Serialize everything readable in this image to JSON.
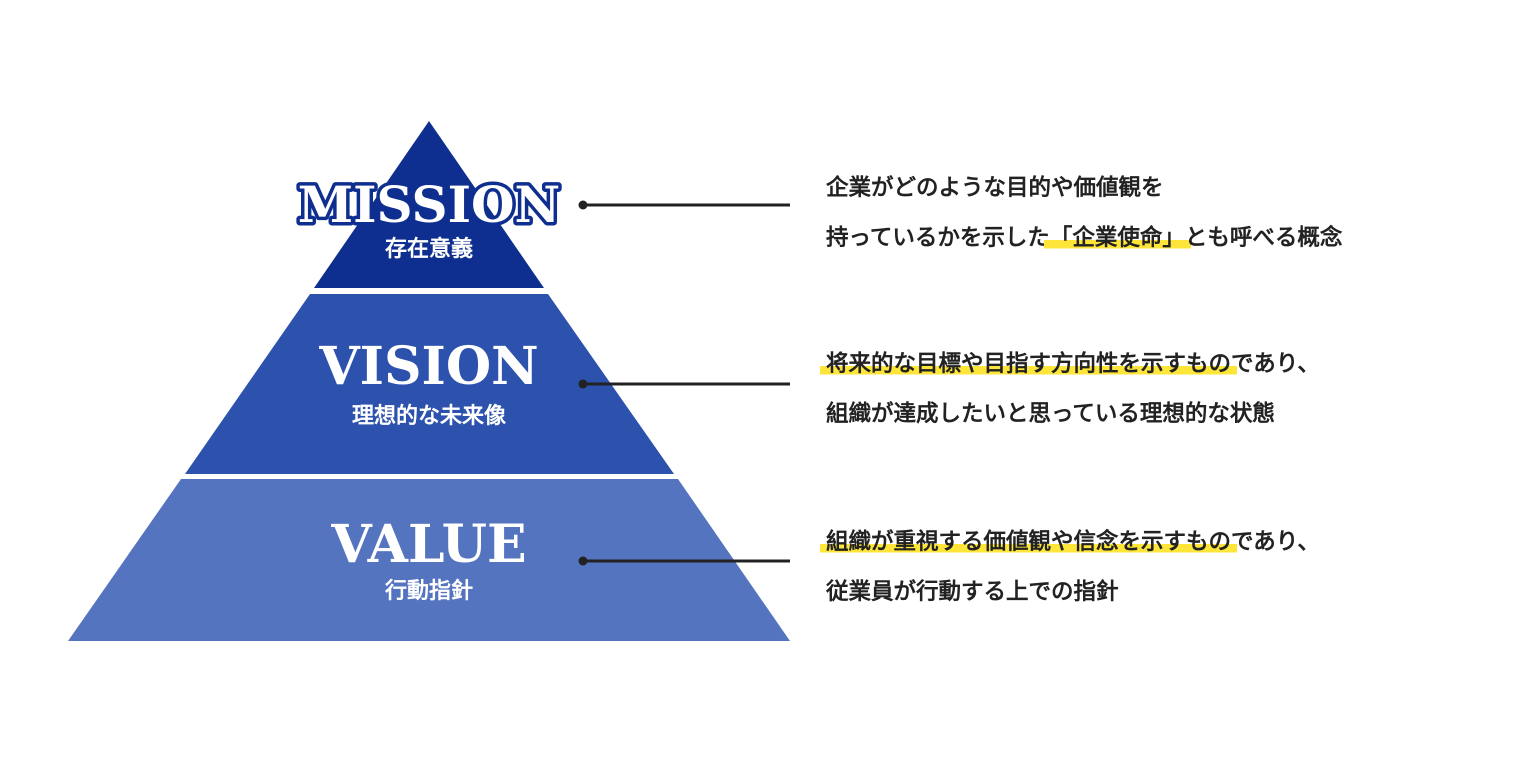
{
  "tiers": [
    {
      "key": "mission",
      "title": "MISSION",
      "subtitle": "存在意義",
      "color": "#0e2f8f",
      "description": {
        "line1": {
          "plain_before": "企業がどのような目的や価値観を",
          "highlight": "",
          "plain_after": ""
        },
        "line2": {
          "plain_before": "持っているかを示した",
          "highlight": "「企業使命」",
          "plain_after": "とも呼べる概念"
        }
      }
    },
    {
      "key": "vision",
      "title": "VISION",
      "subtitle": "理想的な未来像",
      "color": "#2d52ad",
      "description": {
        "line1": {
          "plain_before": "",
          "highlight": "将来的な目標や目指す方向性を示すもの",
          "plain_after": "であり、"
        },
        "line2": {
          "plain_before": "組織が達成したいと思っている理想的な状態",
          "highlight": "",
          "plain_after": ""
        }
      }
    },
    {
      "key": "value",
      "title": "VALUE",
      "subtitle": "行動指針",
      "color": "#5474bf",
      "description": {
        "line1": {
          "plain_before": "",
          "highlight": "組織が重視する価値観や信念を示すもの",
          "plain_after": "であり、"
        },
        "line2": {
          "plain_before": "従業員が行動する上での指針",
          "highlight": "",
          "plain_after": ""
        }
      }
    }
  ],
  "colors": {
    "highlight": "#fde53a",
    "text": "#222222",
    "connector": "#222222"
  }
}
